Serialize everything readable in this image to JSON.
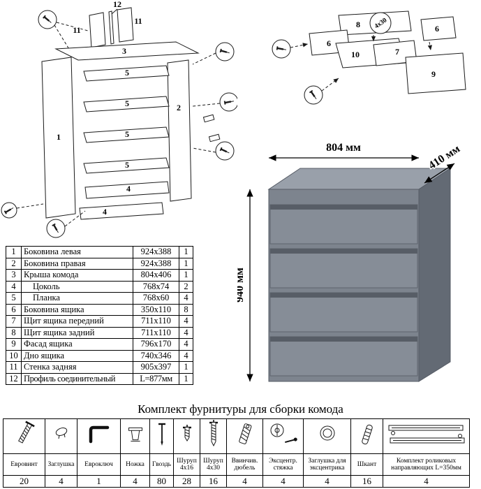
{
  "frame_diagram": {
    "labels": {
      "l12": "12",
      "l11a": "11",
      "l11b": "11",
      "l3": "3",
      "l1": "1",
      "l2": "2",
      "l5a": "5",
      "l5b": "5",
      "l5c": "5",
      "l5d": "5",
      "l4a": "4",
      "l4b": "4"
    }
  },
  "drawer_diagram": {
    "labels": {
      "l8": "8",
      "l6a": "6",
      "l6b": "6",
      "l7": "7",
      "l9": "9",
      "l10": "10",
      "screw": "4x30"
    }
  },
  "dimensions": {
    "width": "804 мм",
    "depth": "410 мм",
    "height": "940 мм"
  },
  "parts_table": {
    "rows": [
      {
        "num": "1",
        "name": "Боковина левая",
        "size": "924x388",
        "qty": "1"
      },
      {
        "num": "2",
        "name": "Боковина правая",
        "size": "924x388",
        "qty": "1"
      },
      {
        "num": "3",
        "name": "Крыша комода",
        "size": "804x406",
        "qty": "1"
      },
      {
        "num": "4",
        "name": "Цоколь",
        "size": "768x74",
        "qty": "2"
      },
      {
        "num": "5",
        "name": "Планка",
        "size": "768x60",
        "qty": "4"
      },
      {
        "num": "6",
        "name": "Боковина ящика",
        "size": "350x110",
        "qty": "8"
      },
      {
        "num": "7",
        "name": "Щит ящика передний",
        "size": "711x110",
        "qty": "4"
      },
      {
        "num": "8",
        "name": "Щит ящика задний",
        "size": "711x110",
        "qty": "4"
      },
      {
        "num": "9",
        "name": "Фасад ящика",
        "size": "796x170",
        "qty": "4"
      },
      {
        "num": "10",
        "name": "Дно ящика",
        "size": "740x346",
        "qty": "4"
      },
      {
        "num": "11",
        "name": "Стенка задняя",
        "size": "905x397",
        "qty": "1"
      },
      {
        "num": "12",
        "name": "Профиль соединительный",
        "size": "L=877мм",
        "qty": "1"
      }
    ]
  },
  "hardware": {
    "title": "Комплект фурнитуры для сборки комода",
    "items": [
      {
        "name": "Евровинт",
        "qty": "20"
      },
      {
        "name": "Заглушка",
        "qty": "4"
      },
      {
        "name": "Евроключ",
        "qty": "1"
      },
      {
        "name": "Ножка",
        "qty": "4"
      },
      {
        "name": "Гвоздь",
        "qty": "80"
      },
      {
        "name": "Шуруп 4x16",
        "qty": "28"
      },
      {
        "name": "Шуруп 4x30",
        "qty": "16"
      },
      {
        "name": "Ввинчив. дюбель",
        "qty": "4"
      },
      {
        "name": "Эксцентр. стяжка",
        "qty": "4"
      },
      {
        "name": "Заглушка для эксцентрика",
        "qty": "4"
      },
      {
        "name": "Шкант",
        "qty": "16"
      },
      {
        "name": "Комплект роликовых направляющих L=350мм",
        "qty": "4"
      }
    ]
  }
}
